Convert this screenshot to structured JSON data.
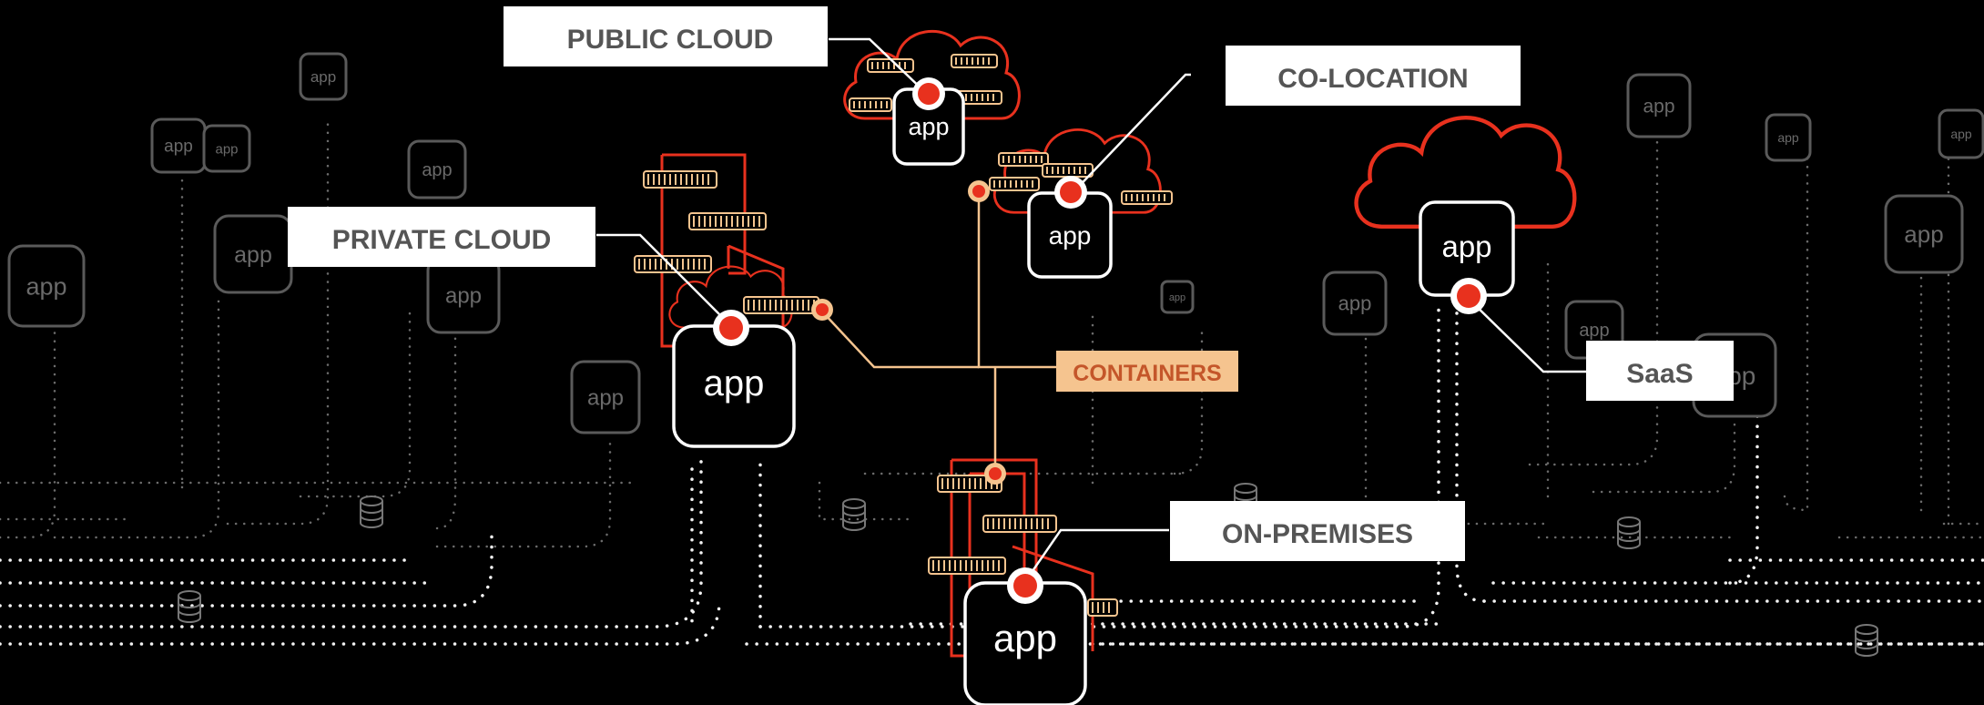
{
  "labels": {
    "public_cloud": "PUBLIC CLOUD",
    "co_location": "CO-LOCATION",
    "private_cloud": "PRIVATE CLOUD",
    "containers": "CONTAINERS",
    "saas": "SaaS",
    "on_premises": "ON-PREMISES"
  },
  "app_text": "app",
  "colors": {
    "background": "#000000",
    "red": "#e8311e",
    "peach": "#f5c48f",
    "grey": "#5a5a5a",
    "white": "#ffffff",
    "label_text": "#555555"
  }
}
